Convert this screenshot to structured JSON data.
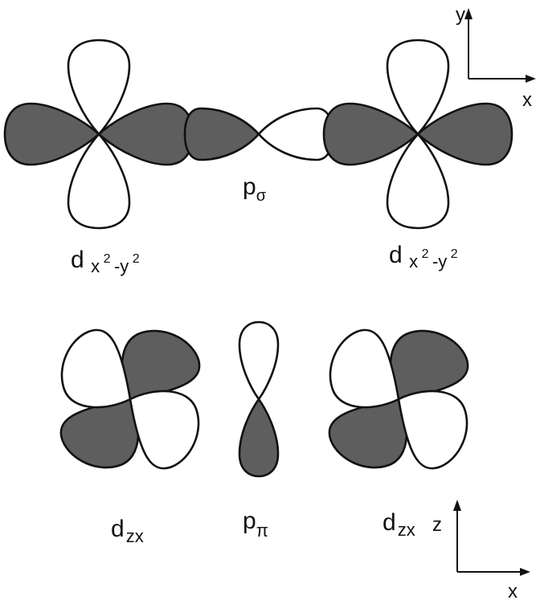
{
  "labels": {
    "p_sigma": {
      "main": "p",
      "sub": "σ"
    },
    "dx2y2_left": {
      "main": "d",
      "sub_x": "x",
      "sup_2a": "2",
      "dash_y": "-y",
      "sup_2b": "2"
    },
    "dx2y2_right": {
      "main": "d",
      "sub_x": "x",
      "sup_2a": "2",
      "dash_y": "-y",
      "sup_2b": "2"
    },
    "dzx_left": {
      "main": "d",
      "sub": "zx"
    },
    "p_pi": {
      "main": "p",
      "sub": "π"
    },
    "dzx_right": {
      "main": "d",
      "sub": "zx"
    }
  },
  "axes_top": {
    "vertical": "y",
    "horizontal": "x"
  },
  "axes_bottom": {
    "vertical": "z",
    "horizontal": "x"
  },
  "colors": {
    "shaded_lobe": "#5e5e5e",
    "unshaded_lobe": "#ffffff",
    "outline": "#111111"
  }
}
